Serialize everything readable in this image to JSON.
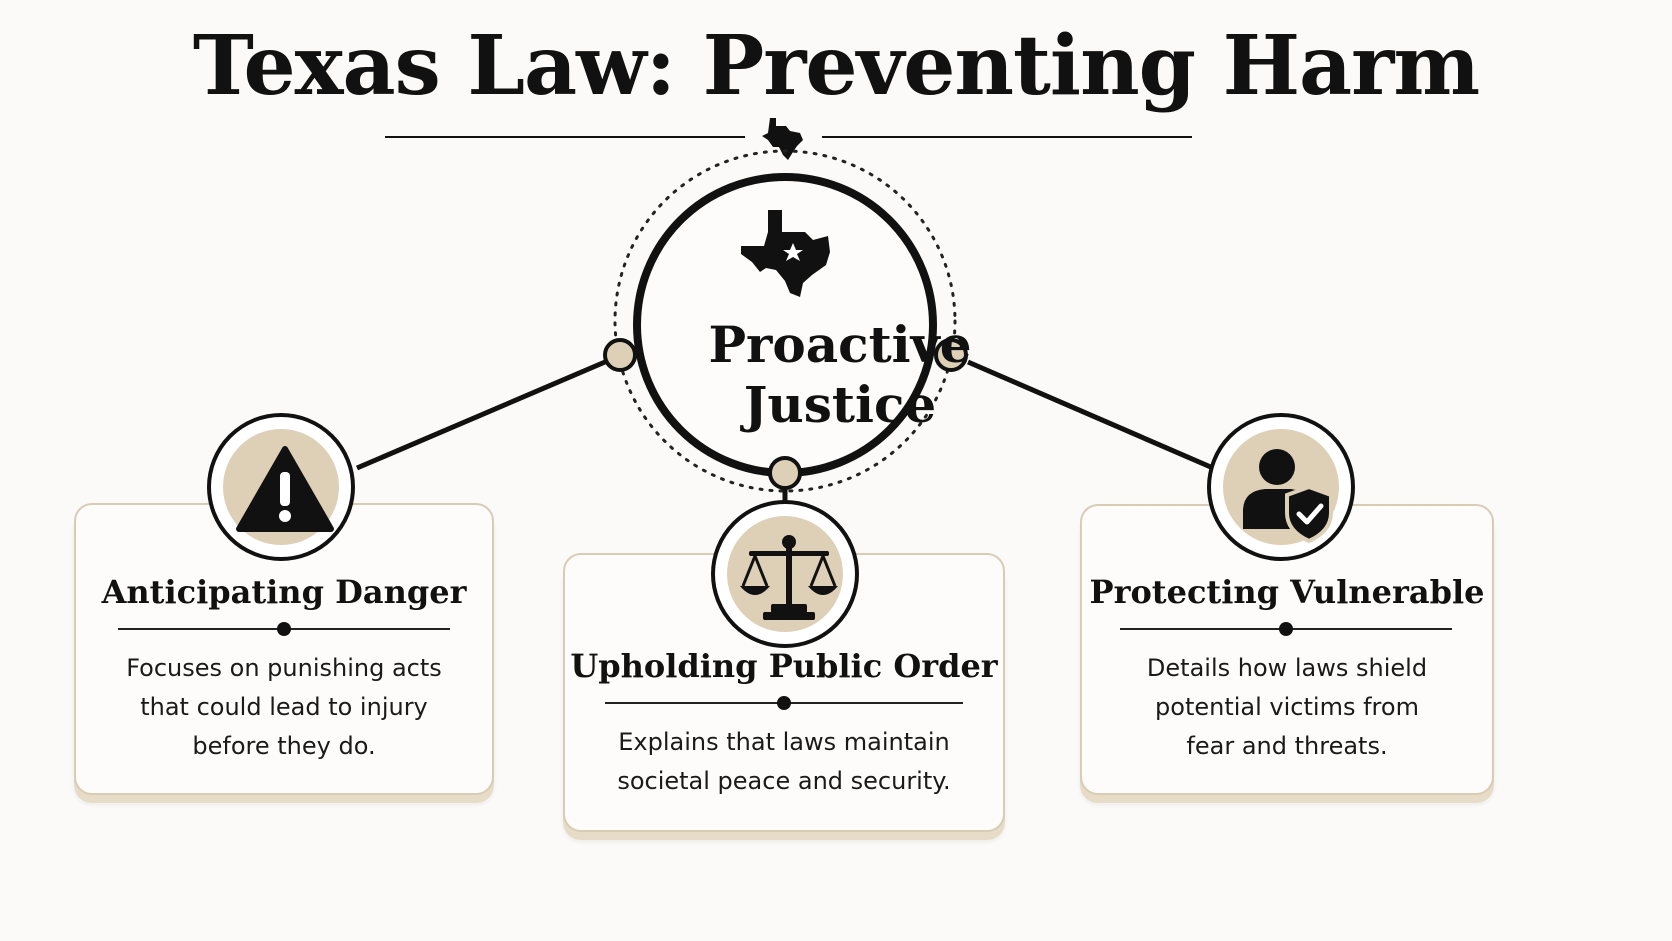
{
  "title": "Texas Law: Preventing Harm",
  "center": {
    "line1": "Proactive",
    "line2": "Justice"
  },
  "cards": [
    {
      "title": "Anticipating Danger",
      "text": [
        "Focuses on punishing acts",
        "that could lead to injury",
        "before they do."
      ],
      "icon": "warning-icon"
    },
    {
      "title": "Upholding Public Order",
      "text": [
        "Explains that laws maintain",
        "societal peace and security."
      ],
      "icon": "scales-of-justice-icon"
    },
    {
      "title": "Protecting Vulnerable",
      "text": [
        "Details how laws shield",
        "potential victims from",
        "fear and threats."
      ],
      "icon": "person-shield-icon"
    }
  ],
  "colors": {
    "accent": "#ddd0b6",
    "card_border": "#d9ccb4",
    "ink": "#111111"
  }
}
